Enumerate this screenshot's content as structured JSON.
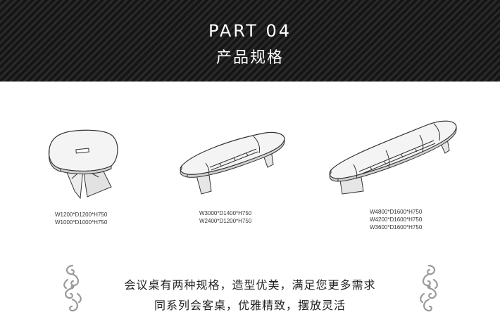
{
  "header": {
    "title": "PART 04",
    "subtitle": "产品规格"
  },
  "products": [
    {
      "sizes": [
        "W1200*D1200*H750",
        "W1000*D1000*H750"
      ]
    },
    {
      "sizes": [
        "W3000*D1400*H750",
        "W2400*D1200*H750"
      ]
    },
    {
      "sizes": [
        "W4800*D1600*H750",
        "W4200*D1600*H750",
        "W3600*D1600*H750"
      ]
    }
  ],
  "description": {
    "line1": "会议桌有两种规格，造型优美，满足您更多需求",
    "line2": "同系列会客桌，优雅精致，摆放灵活"
  }
}
